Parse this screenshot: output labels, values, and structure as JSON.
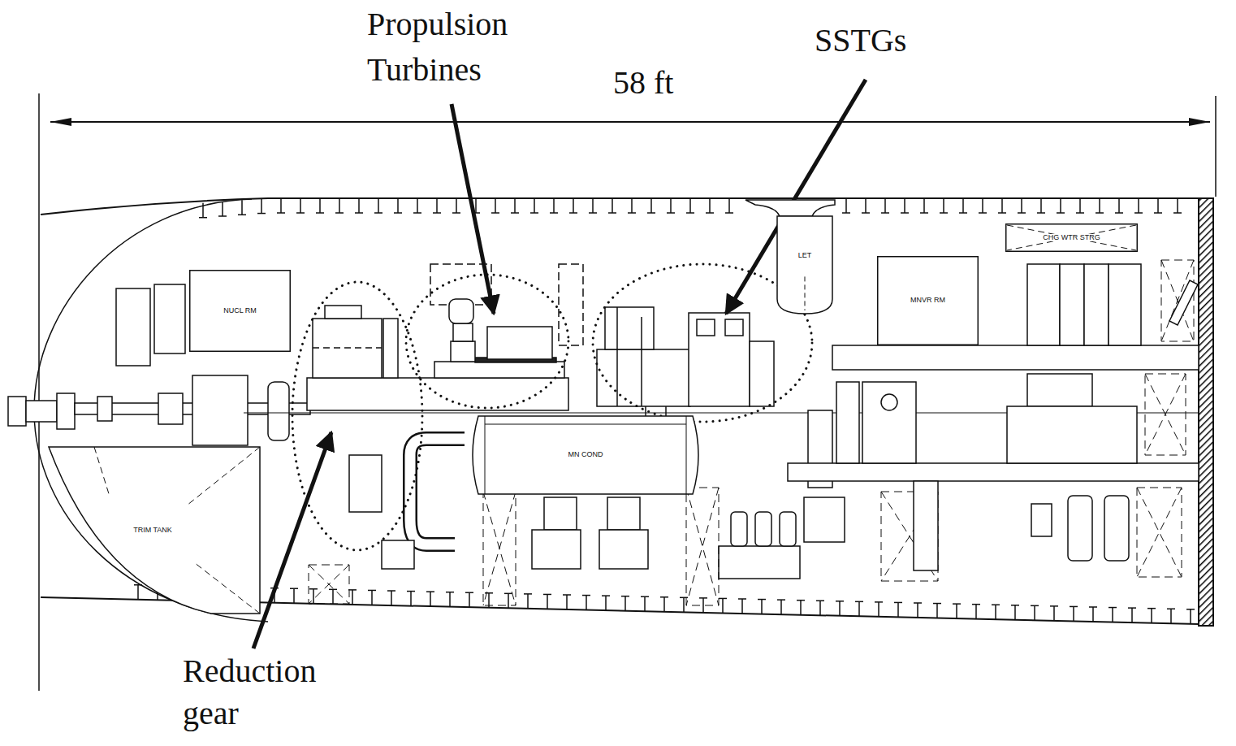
{
  "diagram": {
    "nodes": [
      {
        "text": [
          "NUCL RM"
        ]
      },
      {
        "text": [
          "LET"
        ]
      },
      {
        "text": [
          "CHG WTR STRG"
        ]
      },
      {
        "text": [
          "MNVR RM"
        ]
      },
      {
        "text": [
          "MN COND"
        ]
      },
      {
        "text": [
          "TRIM TANK"
        ]
      }
    ],
    "labels": [
      "Propulsion Turbines",
      "SSTGs",
      "58 ft",
      "Reduction gear"
    ]
  }
}
